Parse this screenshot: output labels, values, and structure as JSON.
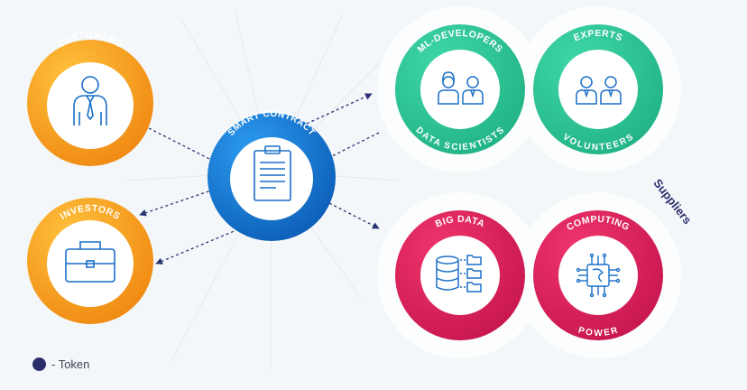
{
  "nodes": {
    "customers": {
      "label": "CUSTOMERS",
      "icon": "businessman-icon",
      "color": "#f6a623"
    },
    "investors": {
      "label": "INVESTORS",
      "icon": "briefcase-icon",
      "color": "#f6a623"
    },
    "smart_contract": {
      "label": "SMART CONTRACT",
      "icon": "clipboard-icon",
      "color": "#1a7fd4"
    },
    "ml_developers": {
      "label": "ML-DEVELOPERS",
      "bottom_label": "DATA SCIENTISTS",
      "icon": "developers-icon",
      "color": "#2ec79a"
    },
    "experts": {
      "label": "EXPERTS",
      "bottom_label": "VOLUNTEERS",
      "icon": "experts-icon",
      "color": "#2ec79a"
    },
    "big_data": {
      "label": "BIG DATA",
      "icon": "database-folders-icon",
      "color": "#e0245e"
    },
    "computing": {
      "label": "COMPUTING",
      "bottom_label": "POWER",
      "icon": "processor-chip-icon",
      "color": "#e0245e"
    }
  },
  "suppliers_label": "Suppliers",
  "legend": {
    "text": "- Token",
    "color": "#2a2f6b"
  }
}
